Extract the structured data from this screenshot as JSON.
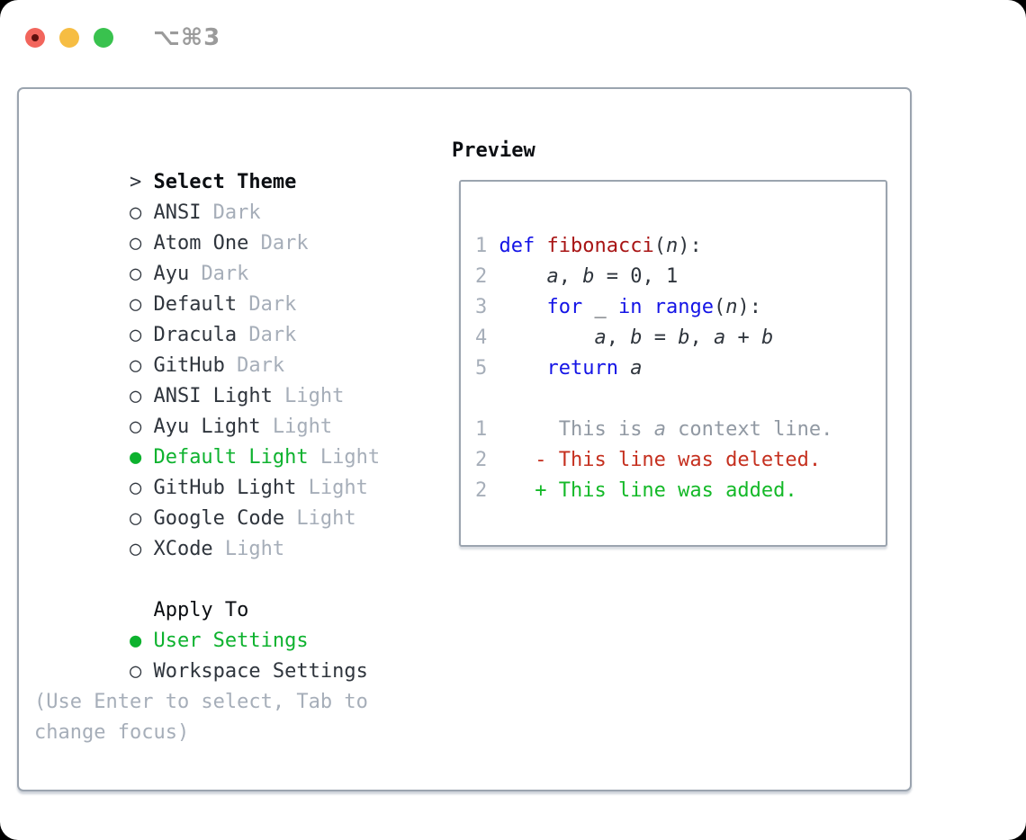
{
  "window": {
    "title": "⌥⌘3",
    "traffic_lights": [
      "close",
      "minimize",
      "zoom"
    ]
  },
  "theme_list": {
    "heading_marker": ">",
    "heading": "Select Theme",
    "items": [
      {
        "marker": "○",
        "name": "ANSI",
        "tag": "Dark",
        "selected": false
      },
      {
        "marker": "○",
        "name": "Atom One",
        "tag": "Dark",
        "selected": false
      },
      {
        "marker": "○",
        "name": "Ayu",
        "tag": "Dark",
        "selected": false
      },
      {
        "marker": "○",
        "name": "Default",
        "tag": "Dark",
        "selected": false
      },
      {
        "marker": "○",
        "name": "Dracula",
        "tag": "Dark",
        "selected": false
      },
      {
        "marker": "○",
        "name": "GitHub",
        "tag": "Dark",
        "selected": false
      },
      {
        "marker": "○",
        "name": "ANSI Light",
        "tag": "Light",
        "selected": false
      },
      {
        "marker": "○",
        "name": "Ayu Light",
        "tag": "Light",
        "selected": false
      },
      {
        "marker": "●",
        "name": "Default Light",
        "tag": "Light",
        "selected": true
      },
      {
        "marker": "○",
        "name": "GitHub Light",
        "tag": "Light",
        "selected": false
      },
      {
        "marker": "○",
        "name": "Google Code",
        "tag": "Light",
        "selected": false
      },
      {
        "marker": "○",
        "name": "XCode",
        "tag": "Light",
        "selected": false
      }
    ]
  },
  "apply_to": {
    "heading": "Apply To",
    "options": [
      {
        "marker": "●",
        "label": "User Settings",
        "selected": true
      },
      {
        "marker": "○",
        "label": "Workspace Settings",
        "selected": false
      }
    ]
  },
  "help_text": "(Use Enter to select, Tab to change focus)",
  "preview": {
    "heading": "Preview",
    "code_lines": [
      {
        "num": "1",
        "tokens": [
          {
            "c": "kw",
            "t": " def "
          },
          {
            "c": "fn",
            "t": "fibonacci"
          },
          {
            "c": "pl",
            "t": "("
          },
          {
            "c": "va",
            "t": "n"
          },
          {
            "c": "pl",
            "t": "):"
          }
        ]
      },
      {
        "num": "2",
        "tokens": [
          {
            "c": "pl",
            "t": "     "
          },
          {
            "c": "va",
            "t": "a"
          },
          {
            "c": "pl",
            "t": ", "
          },
          {
            "c": "va",
            "t": "b"
          },
          {
            "c": "pl",
            "t": " = 0, 1"
          }
        ]
      },
      {
        "num": "3",
        "tokens": [
          {
            "c": "pl",
            "t": "     "
          },
          {
            "c": "kw",
            "t": "for"
          },
          {
            "c": "pl",
            "t": " _ "
          },
          {
            "c": "kw",
            "t": "in"
          },
          {
            "c": "pl",
            "t": " "
          },
          {
            "c": "kw",
            "t": "range"
          },
          {
            "c": "pl",
            "t": "("
          },
          {
            "c": "va",
            "t": "n"
          },
          {
            "c": "pl",
            "t": "):"
          }
        ]
      },
      {
        "num": "4",
        "tokens": [
          {
            "c": "pl",
            "t": "         "
          },
          {
            "c": "va",
            "t": "a"
          },
          {
            "c": "pl",
            "t": ", "
          },
          {
            "c": "va",
            "t": "b"
          },
          {
            "c": "pl",
            "t": " = "
          },
          {
            "c": "va",
            "t": "b"
          },
          {
            "c": "pl",
            "t": ", "
          },
          {
            "c": "va",
            "t": "a"
          },
          {
            "c": "pl",
            "t": " + "
          },
          {
            "c": "va",
            "t": "b"
          }
        ]
      },
      {
        "num": "5",
        "tokens": [
          {
            "c": "pl",
            "t": "     "
          },
          {
            "c": "kw",
            "t": "return"
          },
          {
            "c": "pl",
            "t": " "
          },
          {
            "c": "va",
            "t": "a"
          }
        ]
      }
    ],
    "diff_lines": [
      {
        "num": "1",
        "tokens": [
          {
            "c": "ctx",
            "t": "      This is "
          },
          {
            "c": "ctxi",
            "t": "a"
          },
          {
            "c": "ctx",
            "t": " context line."
          }
        ]
      },
      {
        "num": "2",
        "tokens": [
          {
            "c": "del",
            "t": "    - This line was deleted."
          }
        ]
      },
      {
        "num": "2",
        "tokens": [
          {
            "c": "add",
            "t": "    + This line was added."
          }
        ]
      }
    ]
  },
  "colors": {
    "fg": "#2f353d",
    "heading": "#0b0e12",
    "muted": "#a6aeb9",
    "green": "#0db22e",
    "keyword": "#1414e6",
    "function": "#a81414",
    "deleted": "#c5301f",
    "added": "#14b928",
    "context": "#9199a3",
    "border": "#9ba4af",
    "traffic_red": "#f2655c",
    "traffic_yellow": "#f6bd43",
    "traffic_green": "#39c24e",
    "title": "#9b9b9b"
  }
}
